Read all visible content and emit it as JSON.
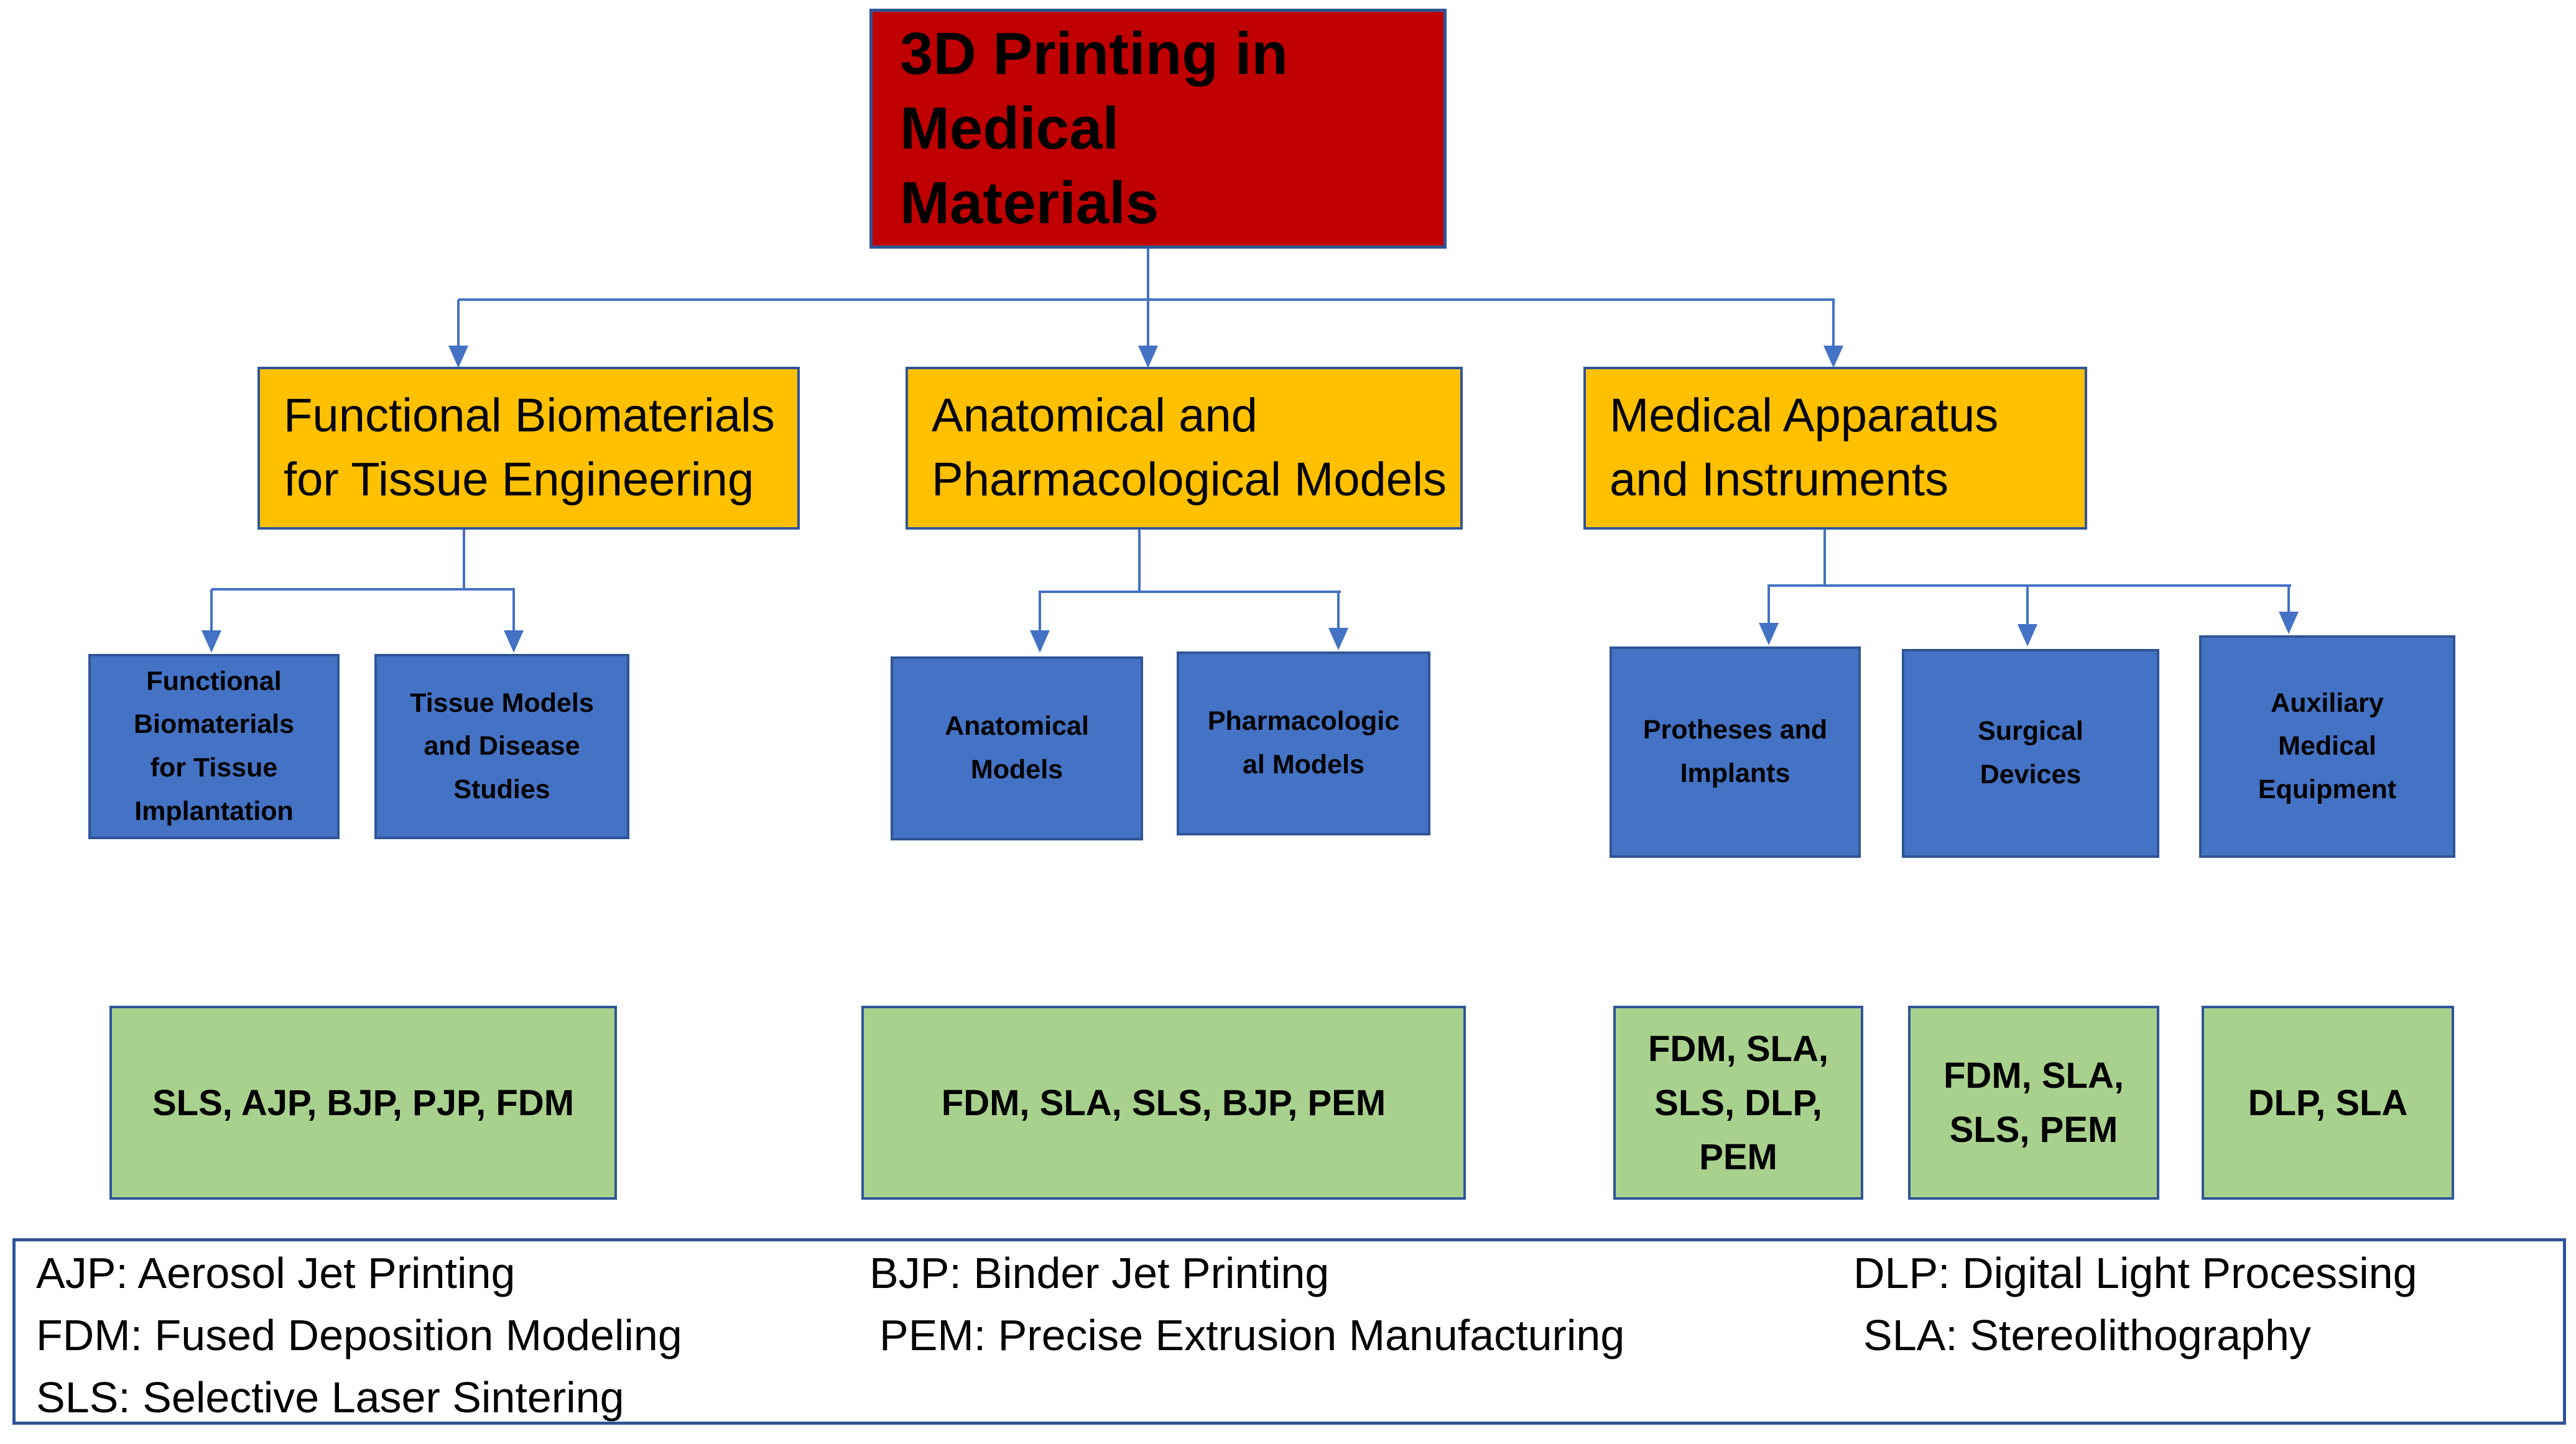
{
  "root": {
    "label": "3D Printing in Medical\nMaterials"
  },
  "branches": [
    {
      "label": "Functional Biomaterials\nfor Tissue Engineering"
    },
    {
      "label": "Anatomical and\nPharmacological Models"
    },
    {
      "label": "Medical Apparatus\nand Instruments"
    }
  ],
  "leaves": [
    {
      "label": "Functional\nBiomaterials\nfor Tissue\nImplantation"
    },
    {
      "label": "Tissue Models\nand Disease\nStudies"
    },
    {
      "label": "Anatomical\nModels"
    },
    {
      "label": "Pharmacologic\nal Models"
    },
    {
      "label": "Protheses and\nImplants"
    },
    {
      "label": "Surgical\nDevices"
    },
    {
      "label": "Auxiliary\nMedical\nEquipment"
    }
  ],
  "methods": [
    {
      "label": "SLS, AJP, BJP, PJP, FDM"
    },
    {
      "label": "FDM, SLA, SLS, BJP, PEM"
    },
    {
      "label": "FDM, SLA,\nSLS, DLP,\nPEM"
    },
    {
      "label": "FDM, SLA,\nSLS, PEM"
    },
    {
      "label": "DLP, SLA"
    }
  ],
  "legend": {
    "col1": [
      "AJP: Aerosol Jet Printing",
      "FDM: Fused Deposition Modeling",
      "SLS: Selective Laser Sintering"
    ],
    "col2": [
      "BJP: Binder Jet Printing",
      "PEM: Precise Extrusion Manufacturing"
    ],
    "col3": [
      "DLP: Digital Light Processing",
      "SLA: Stereolithography"
    ]
  },
  "colors": {
    "root_fill": "#C00000",
    "branch_fill": "#FFC000",
    "leaf_fill": "#4472C4",
    "methods_fill": "#A9D18E",
    "box_border": "#2F5597",
    "connector": "#4472C4",
    "text": "#000000",
    "background": "#FFFFFF"
  }
}
